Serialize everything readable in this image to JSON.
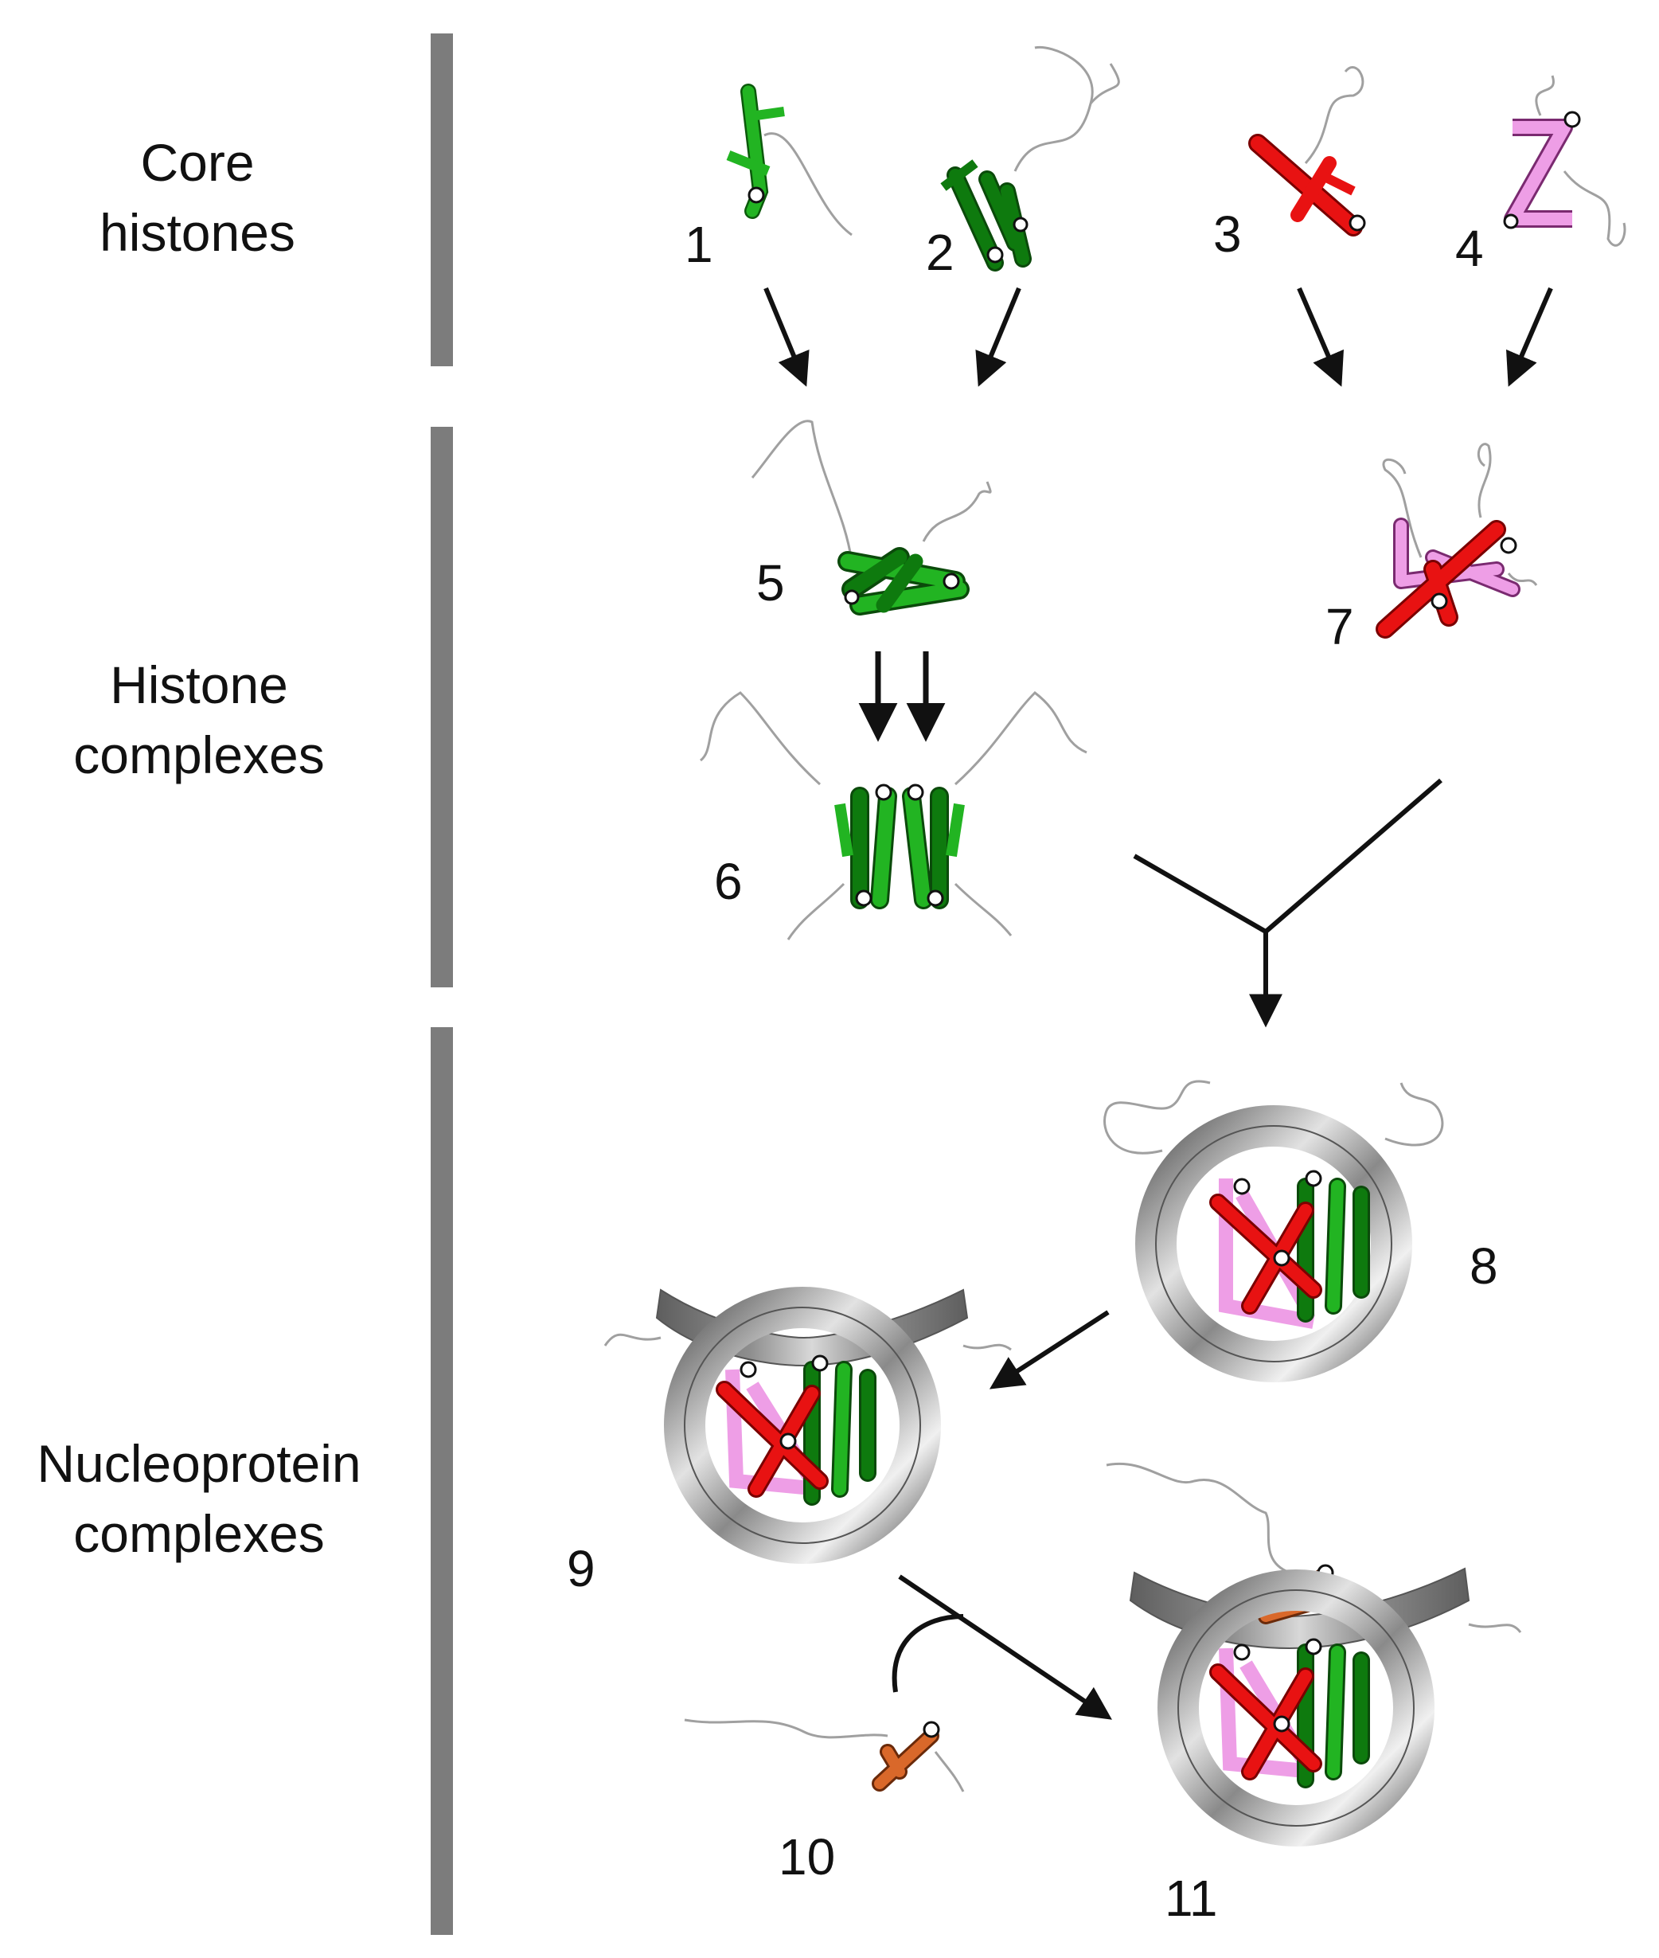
{
  "sections": [
    {
      "line1": "Core",
      "line2": "histones"
    },
    {
      "line1": "Histone",
      "line2": "complexes"
    },
    {
      "line1": "Nucleoprotein",
      "line2": "complexes"
    }
  ],
  "numbers": {
    "n1": "1",
    "n2": "2",
    "n3": "3",
    "n4": "4",
    "n5": "5",
    "n6": "6",
    "n7": "7",
    "n8": "8",
    "n9": "9",
    "n10": "10",
    "n11": "11"
  },
  "colors": {
    "green_light": "#22b422",
    "green_dark": "#0e7a0e",
    "red": "#e81212",
    "pink": "#ee9ee6",
    "orange": "#d9682a",
    "dna_gray": "#a0a0a0",
    "bar_gray": "#7c7c7c",
    "arrow": "#111111"
  }
}
